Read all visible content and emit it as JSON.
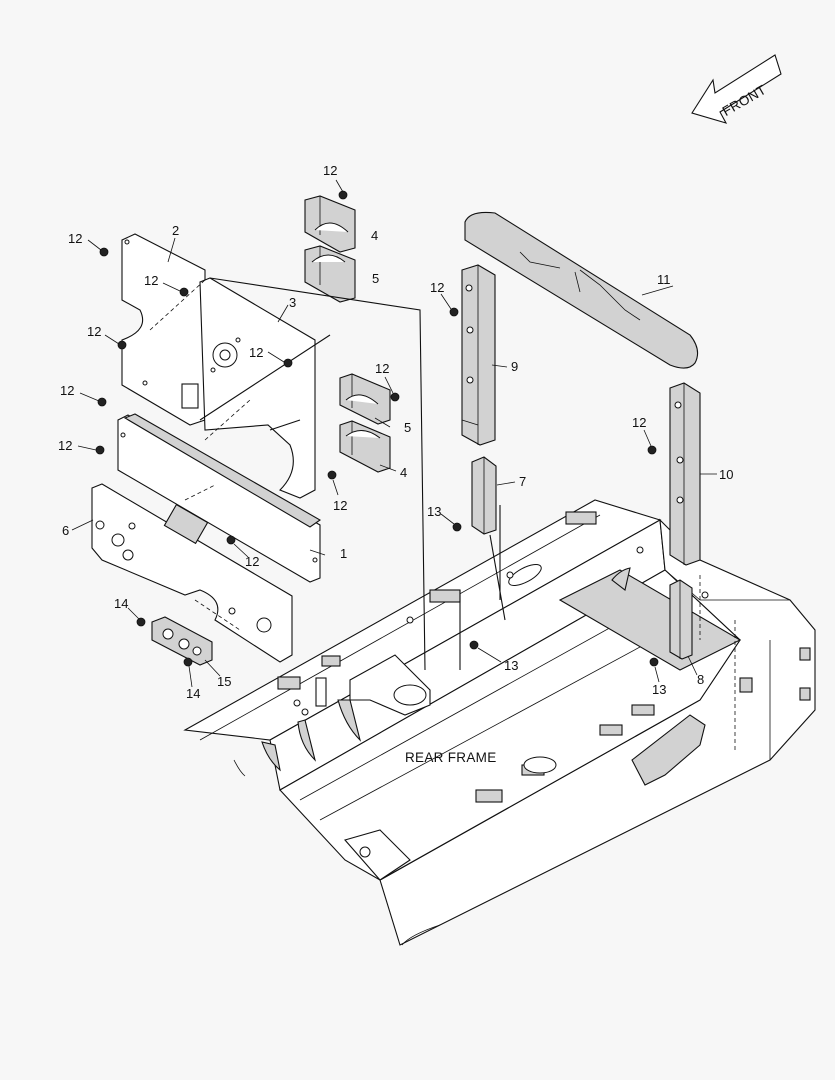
{
  "diagram": {
    "caption": "REAR FRAME",
    "direction_arrow": "FRONT",
    "callouts": {
      "c1": "1",
      "c2": "2",
      "c3": "3",
      "c4a": "4",
      "c4b": "4",
      "c5a": "5",
      "c5b": "5",
      "c6": "6",
      "c7": "7",
      "c8": "8",
      "c9": "9",
      "c10": "10",
      "c11": "11",
      "c12a": "12",
      "c12b": "12",
      "c12c": "12",
      "c12d": "12",
      "c12e": "12",
      "c12f": "12",
      "c12g": "12",
      "c12h": "12",
      "c12i": "12",
      "c12j": "12",
      "c12k": "12",
      "c12l": "12",
      "c13a": "13",
      "c13b": "13",
      "c13c": "13",
      "c14a": "14",
      "c14b": "14",
      "c15": "15"
    }
  }
}
